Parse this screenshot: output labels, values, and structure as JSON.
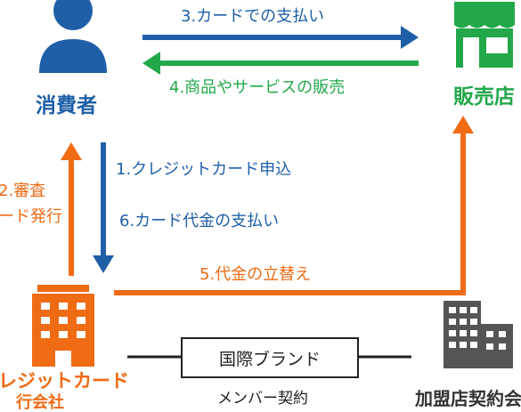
{
  "nodes": {
    "consumer": "消費者",
    "store": "販売店",
    "card_company": "レジットカード",
    "card_company_sub": "行会社",
    "merchant_contract": "加盟店契約会"
  },
  "flows": {
    "payment_by_card": "3.カードでの支払い",
    "sale_of_goods": "4.商品やサービスの販売",
    "card_application": "1.クレジットカード申込",
    "card_bill_payment": "6.カード代金の支払い",
    "advance_payment": "5.代金の立替え",
    "review": "2.審査",
    "card_issue": "ード発行"
  },
  "brand": {
    "label": "国際ブランド",
    "member_contract": "メンバー契約"
  },
  "colors": {
    "blue": "#1f5fa8",
    "green": "#22a84a",
    "orange": "#ef6b14",
    "dark": "#222222"
  }
}
